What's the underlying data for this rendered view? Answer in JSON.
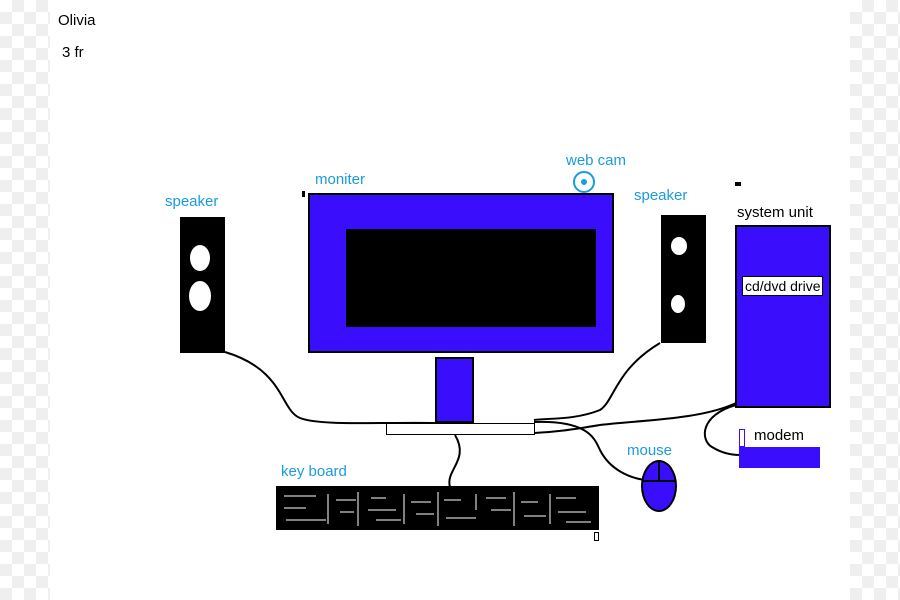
{
  "header": {
    "author": "Olivia",
    "grade": "3 fr"
  },
  "labels": {
    "speaker_left": "speaker",
    "monitor": "moniter",
    "webcam": "web cam",
    "speaker_right": "speaker",
    "system_unit": "system unit",
    "cd_drive": "cd/dvd drive",
    "modem": "modem",
    "mouse": "mouse",
    "keyboard": "key board"
  },
  "colors": {
    "device_blue": "#3a0dfc",
    "label_blue": "#1a9be0",
    "body_black": "#000000"
  }
}
